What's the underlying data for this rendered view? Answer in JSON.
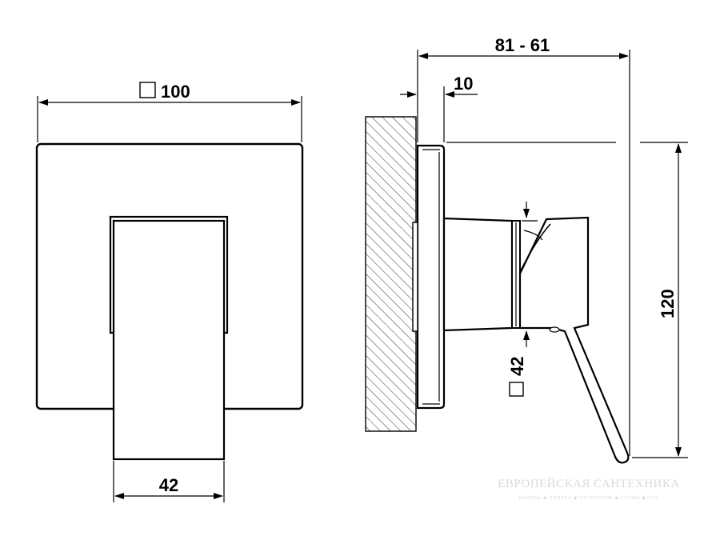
{
  "front_view": {
    "plate_dimension": "100",
    "handle_width_dimension": "42"
  },
  "side_view": {
    "projection_dimension": "81 - 61",
    "plate_thickness_dimension": "10",
    "height_dimension": "120",
    "body_dimension": "42"
  },
  "watermark": {
    "title": "ЕВРОПЕЙСКАЯ САНТЕХНИКА",
    "subtitle": "КАМЕНЬ ◆ ПЛИТКА ◆ ОТОПЛЕНИЕ ◆ САУНЫ ◆ СПА"
  },
  "icons": {
    "square_symbol": "square-section-icon"
  }
}
